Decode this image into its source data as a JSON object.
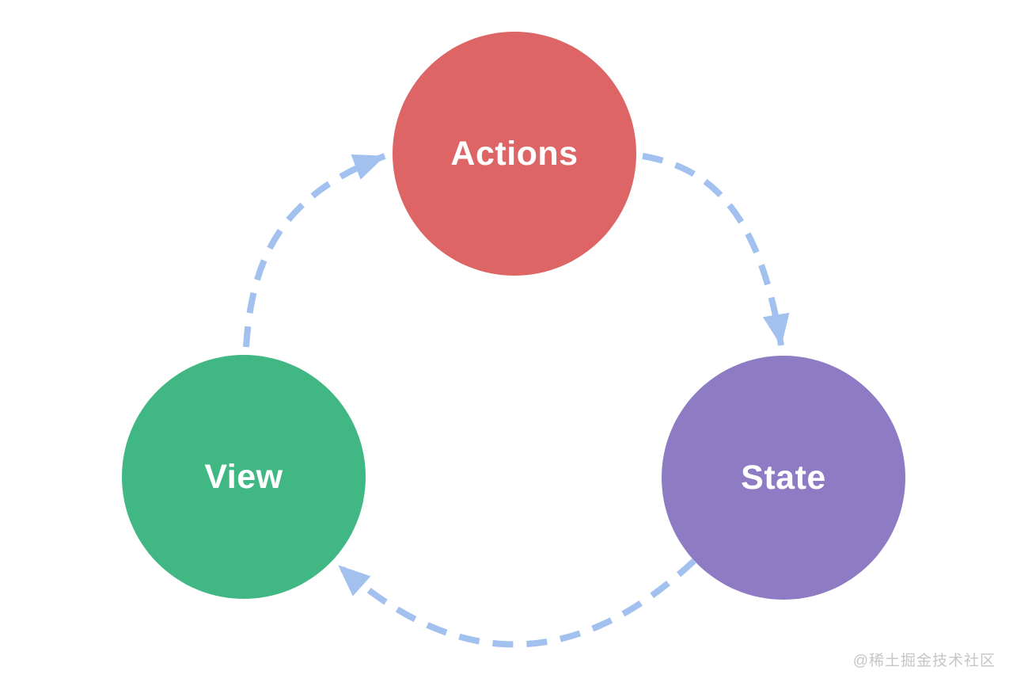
{
  "page": {
    "background_color": "#ffffff",
    "watermark": "@稀土掘金技术社区",
    "watermark_color": "#c6c6c6"
  },
  "diagram": {
    "type": "circular-flow",
    "arrow_color": "#a2c1ef",
    "arrow_style": "dashed",
    "nodes": [
      {
        "id": "actions",
        "label": "Actions",
        "color": "#dd6565",
        "text_color": "#ffffff",
        "position": "top"
      },
      {
        "id": "state",
        "label": "State",
        "color": "#8d7bc3",
        "text_color": "#ffffff",
        "position": "bottom-right"
      },
      {
        "id": "view",
        "label": "View",
        "color": "#41b883",
        "text_color": "#ffffff",
        "position": "bottom-left"
      }
    ],
    "edges": [
      {
        "from": "view",
        "to": "actions"
      },
      {
        "from": "actions",
        "to": "state"
      },
      {
        "from": "state",
        "to": "view"
      }
    ]
  }
}
